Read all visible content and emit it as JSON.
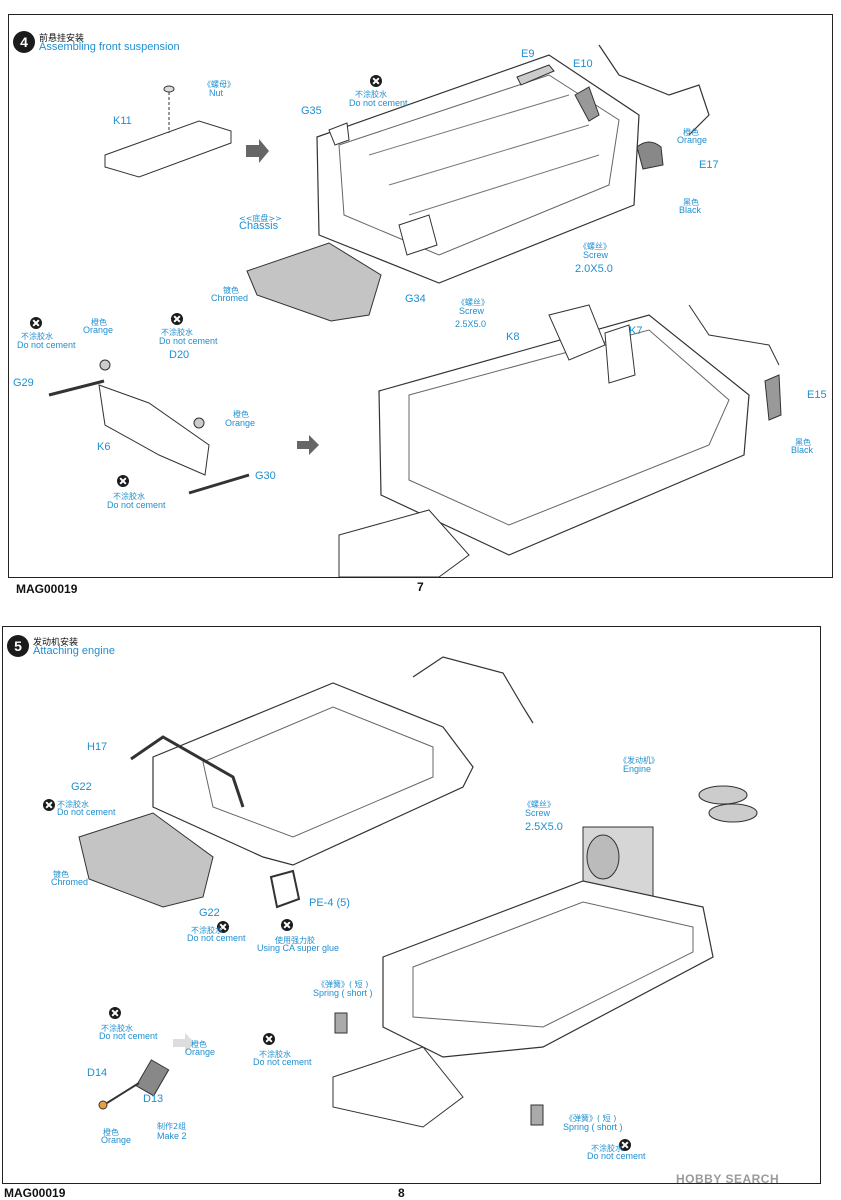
{
  "step4": {
    "number": "4",
    "title_zh": "前悬挂安装",
    "title_en": "Assembling front suspension",
    "page_code": "MAG00019",
    "page_number": "7",
    "labels": {
      "k11": "K11",
      "nut_zh": "《螺母》",
      "nut_en": "Nut",
      "g35": "G35",
      "no_cement_zh": "不涂胶水",
      "no_cement_en": "Do not cement",
      "e9": "E9",
      "e10": "E10",
      "e17": "E17",
      "orange_zh": "橙色",
      "orange_en": "Orange",
      "black_zh": "黑色",
      "black_en": "Black",
      "chassis_zh": "<<底盘>>",
      "chassis_en": "Chassis",
      "chromed_zh": "镀色",
      "chromed_en": "Chromed",
      "g34": "G34",
      "screw_zh": "《螺丝》",
      "screw_en": "Screw",
      "screw_size_a": "2.0X5.0",
      "screw_size_b": "2.5X5.0",
      "k8": "K8",
      "k7": "K7",
      "e15": "E15",
      "g29": "G29",
      "d20": "D20",
      "k6": "K6",
      "g30": "G30"
    }
  },
  "step5": {
    "number": "5",
    "title_zh": "发动机安装",
    "title_en": "Attaching engine",
    "page_code": "MAG00019",
    "page_number": "8",
    "labels": {
      "h17": "H17",
      "g22": "G22",
      "no_cement_zh": "不涂胶水",
      "no_cement_en": "Do not cement",
      "chromed_zh": "镀色",
      "chromed_en": "Chromed",
      "engine_zh": "《发动机》",
      "engine_en": "Engine",
      "screw_zh": "《螺丝》",
      "screw_en": "Screw",
      "screw_size": "2.5X5.0",
      "pe4": "PE-4 (5)",
      "ca_glue_zh": "使用强力胶",
      "ca_glue_en": "Using CA super glue",
      "spring_short_zh": "《弹簧》( 短 )",
      "spring_short_en": "Spring ( short )",
      "spring_short_zh_b": "《弹簧》( 短 )",
      "spring_short_en_b": "Spring ( short )",
      "orange_zh": "橙色",
      "orange_en": "Orange",
      "d14": "D14",
      "d13": "D13",
      "make2_zh": "制作2组",
      "make2_en": "Make 2"
    }
  },
  "watermark": "HOBBY SEARCH",
  "colors": {
    "callout_blue": "#1f8fd0",
    "part_orange": "#e8a040",
    "part_gray": "#bdbdbd",
    "outline": "#333333"
  }
}
